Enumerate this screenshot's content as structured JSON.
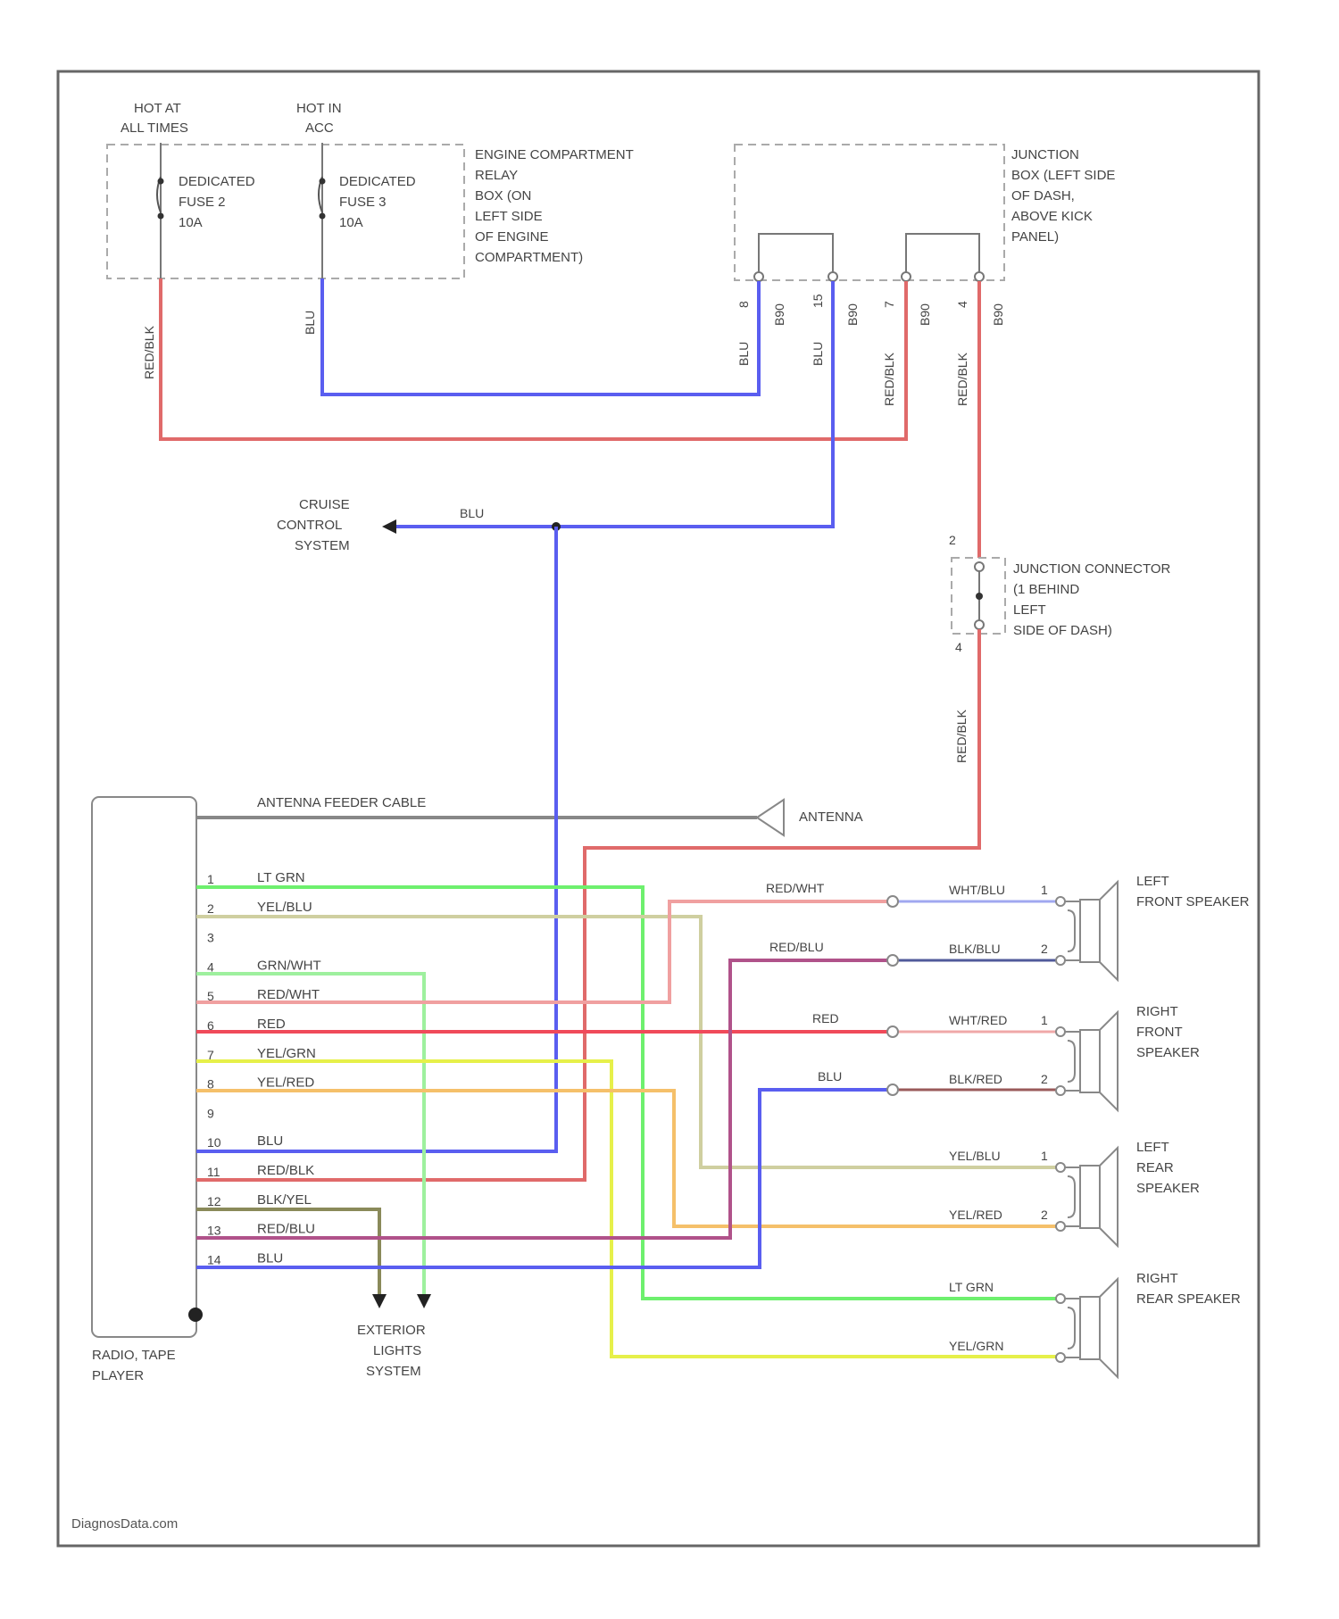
{
  "fuse_box": {
    "power_labels": [
      "HOT AT",
      "ALL TIMES",
      "HOT IN",
      "ACC"
    ],
    "fuses": [
      {
        "lines": [
          "DEDICATED",
          "FUSE 2",
          "10A"
        ]
      },
      {
        "lines": [
          "DEDICATED",
          "FUSE 3",
          "10A"
        ]
      }
    ],
    "label_lines": [
      "ENGINE COMPARTMENT",
      "RELAY",
      "BOX (ON",
      "LEFT SIDE",
      "OF ENGINE",
      "COMPARTMENT)"
    ]
  },
  "junction_box": {
    "label_lines": [
      "JUNCTION",
      "BOX (LEFT SIDE",
      "OF DASH,",
      "ABOVE KICK",
      "PANEL)"
    ],
    "terminals": [
      {
        "pin": "8",
        "conn": "B90",
        "wire": "BLU"
      },
      {
        "pin": "15",
        "conn": "B90",
        "wire": "BLU"
      },
      {
        "pin": "7",
        "conn": "B90",
        "wire": "RED/BLK"
      },
      {
        "pin": "4",
        "conn": "B90",
        "wire": "RED/BLK"
      }
    ]
  },
  "wires": {
    "fuse2_out": "RED/BLK",
    "fuse3_out": "BLU",
    "cruise_feed": "BLU",
    "junction_connector_out": "RED/BLK"
  },
  "cruise": {
    "lines": [
      "CRUISE",
      "CONTROL",
      "SYSTEM"
    ]
  },
  "junction_connector": {
    "pins": [
      "2",
      "4"
    ],
    "label_lines": [
      "JUNCTION CONNECTOR",
      "(1 BEHIND",
      "LEFT",
      "SIDE OF DASH)"
    ]
  },
  "antenna": {
    "cable": "ANTENNA FEEDER CABLE",
    "label": "ANTENNA"
  },
  "radio": {
    "label_lines": [
      "RADIO, TAPE",
      "PLAYER"
    ],
    "pins": [
      {
        "num": "1",
        "wire": "LT GRN"
      },
      {
        "num": "2",
        "wire": "YEL/BLU"
      },
      {
        "num": "3",
        "wire": ""
      },
      {
        "num": "4",
        "wire": "GRN/WHT"
      },
      {
        "num": "5",
        "wire": "RED/WHT"
      },
      {
        "num": "6",
        "wire": "RED"
      },
      {
        "num": "7",
        "wire": "YEL/GRN"
      },
      {
        "num": "8",
        "wire": "YEL/RED"
      },
      {
        "num": "9",
        "wire": ""
      },
      {
        "num": "10",
        "wire": "BLU"
      },
      {
        "num": "11",
        "wire": "RED/BLK"
      },
      {
        "num": "12",
        "wire": "BLK/YEL"
      },
      {
        "num": "13",
        "wire": "RED/BLU"
      },
      {
        "num": "14",
        "wire": "BLU"
      }
    ]
  },
  "mid_wires": [
    "RED/WHT",
    "RED/BLU",
    "RED",
    "BLU"
  ],
  "speakers": [
    {
      "lines": [
        "LEFT",
        "FRONT SPEAKER"
      ],
      "wires": [
        {
          "label": "WHT/BLU",
          "pin": "1"
        },
        {
          "label": "BLK/BLU",
          "pin": "2"
        }
      ]
    },
    {
      "lines": [
        "RIGHT",
        "FRONT",
        "SPEAKER"
      ],
      "wires": [
        {
          "label": "WHT/RED",
          "pin": "1"
        },
        {
          "label": "BLK/RED",
          "pin": "2"
        }
      ]
    },
    {
      "lines": [
        "LEFT",
        "REAR",
        "SPEAKER"
      ],
      "wires": [
        {
          "label": "YEL/BLU",
          "pin": "1"
        },
        {
          "label": "YEL/RED",
          "pin": "2"
        }
      ]
    },
    {
      "lines": [
        "RIGHT",
        "REAR SPEAKER"
      ],
      "wires": [
        {
          "label": "LT GRN",
          "pin": ""
        },
        {
          "label": "YEL/GRN",
          "pin": ""
        }
      ]
    }
  ],
  "exterior": {
    "lines": [
      "EXTERIOR",
      "LIGHTS",
      "SYSTEM"
    ]
  },
  "credit": "DiagnosData.com",
  "colors": {
    "red": "#e06a6a",
    "blue": "#5a5ef0",
    "ltgrn": "#6ef06e",
    "yelblu": "#cfcfa0",
    "grnwht": "#9ef09e",
    "redwht": "#f0a0a0",
    "bright_red": "#f04a5a",
    "yelgrn": "#e6f04a",
    "yelred": "#f5c06a",
    "redblu": "#b0528a",
    "blkyel": "#8a8a5a",
    "gray": "#888888"
  }
}
